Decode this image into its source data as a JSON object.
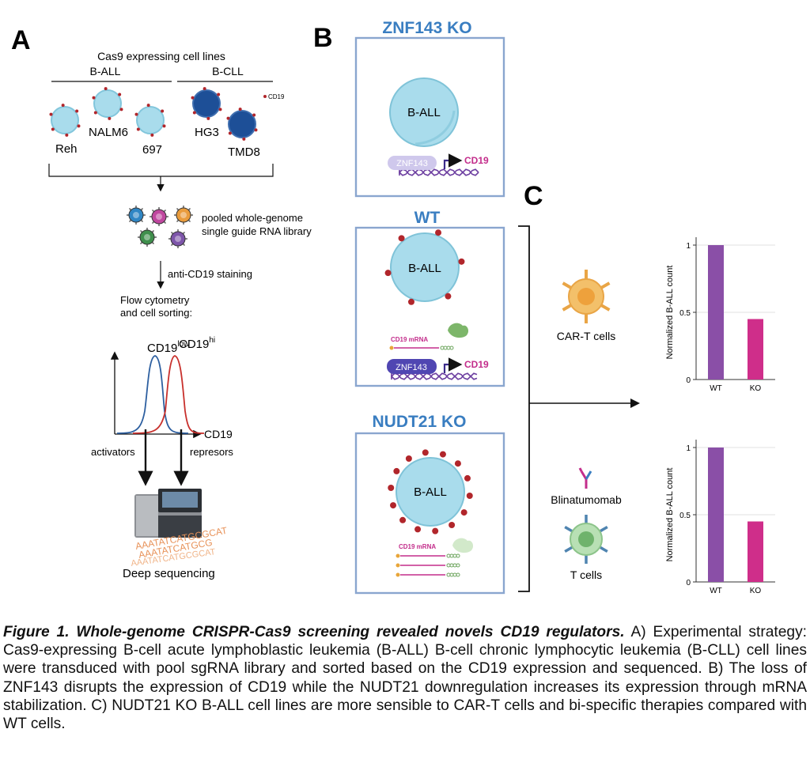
{
  "panel_a": {
    "letter": "A",
    "header": "Cas9 expressing cell lines",
    "group_ball": "B-ALL",
    "group_bcll": "B-CLL",
    "cd19_key": "CD19",
    "cell_lines": [
      "Reh",
      "NALM6",
      "697",
      "HG3",
      "TMD8"
    ],
    "library": [
      "pooled whole-genome",
      "single guide RNA library"
    ],
    "staining": "anti-CD19 staining",
    "flow": [
      "Flow cytometry",
      "and cell sorting:"
    ],
    "cd19": "CD19",
    "low": "low",
    "hi": "hi",
    "axis_label": "CD19",
    "activators": "activators",
    "repressors": "represors",
    "dna_seq": [
      "AAATATCATGCGCAT",
      "AAATATCATGCG",
      "AAATATCATGCGCAT"
    ],
    "deep_seq": "Deep sequencing"
  },
  "panel_b": {
    "letter": "B",
    "boxes": [
      {
        "title": "ZNF143 KO",
        "cell": "B-ALL",
        "gene": "ZNF143",
        "target": "CD19"
      },
      {
        "title": "WT",
        "cell": "B-ALL",
        "mrna": "CD19 mRNA",
        "gene": "ZNF143",
        "target": "CD19"
      },
      {
        "title": "NUDT21 KO",
        "cell": "B-ALL",
        "mrna": "CD19 mRNA"
      }
    ]
  },
  "panel_c": {
    "letter": "C",
    "car_t": "CAR-T cells",
    "blin": "Blinatumomab",
    "tcells": "T cells"
  },
  "colors": {
    "title_blue": "#3a7ec1",
    "cell_light": "#a9dcec",
    "cell_dark": "#1d4f97",
    "dot_red": "#b1262b",
    "wt_bar": "#8a4fa7",
    "ko_bar": "#cf2e8a",
    "flow_low": "#2d5fa0",
    "flow_hi": "#c8302c",
    "mrna_pink": "#c32d8b",
    "box_border": "#8aa6cf"
  },
  "chart_data": [
    {
      "type": "bar",
      "categories": [
        "WT",
        "KO"
      ],
      "values": [
        1.0,
        0.45
      ],
      "ylabel": "Normalized B-ALL count",
      "ylim": [
        0,
        1
      ],
      "yticks": [
        "0",
        "0.5",
        "1"
      ],
      "grid": true
    },
    {
      "type": "bar",
      "categories": [
        "WT",
        "KO"
      ],
      "values": [
        1.0,
        0.45
      ],
      "ylabel": "Normalized B-ALL count",
      "ylim": [
        0,
        1
      ],
      "yticks": [
        "0",
        "0.5",
        "1"
      ],
      "grid": true
    }
  ],
  "caption": {
    "title": "Figure 1. Whole-genome CRISPR-Cas9 screening revealed novels CD19 regulators.",
    "body": " A) Experimental strategy: Cas9-expressing B-cell acute lymphoblastic leukemia (B-ALL) B-cell chronic lymphocytic leukemia (B-CLL) cell lines were transduced with pool sgRNA library and sorted based on the CD19 expression and sequenced. B) The loss of ZNF143 disrupts the expression of CD19 while the NUDT21 downregulation increases its expression through mRNA stabilization. C) NUDT21 KO B-ALL cell lines are more sensible to CAR-T cells and bi-specific therapies compared with WT cells."
  }
}
